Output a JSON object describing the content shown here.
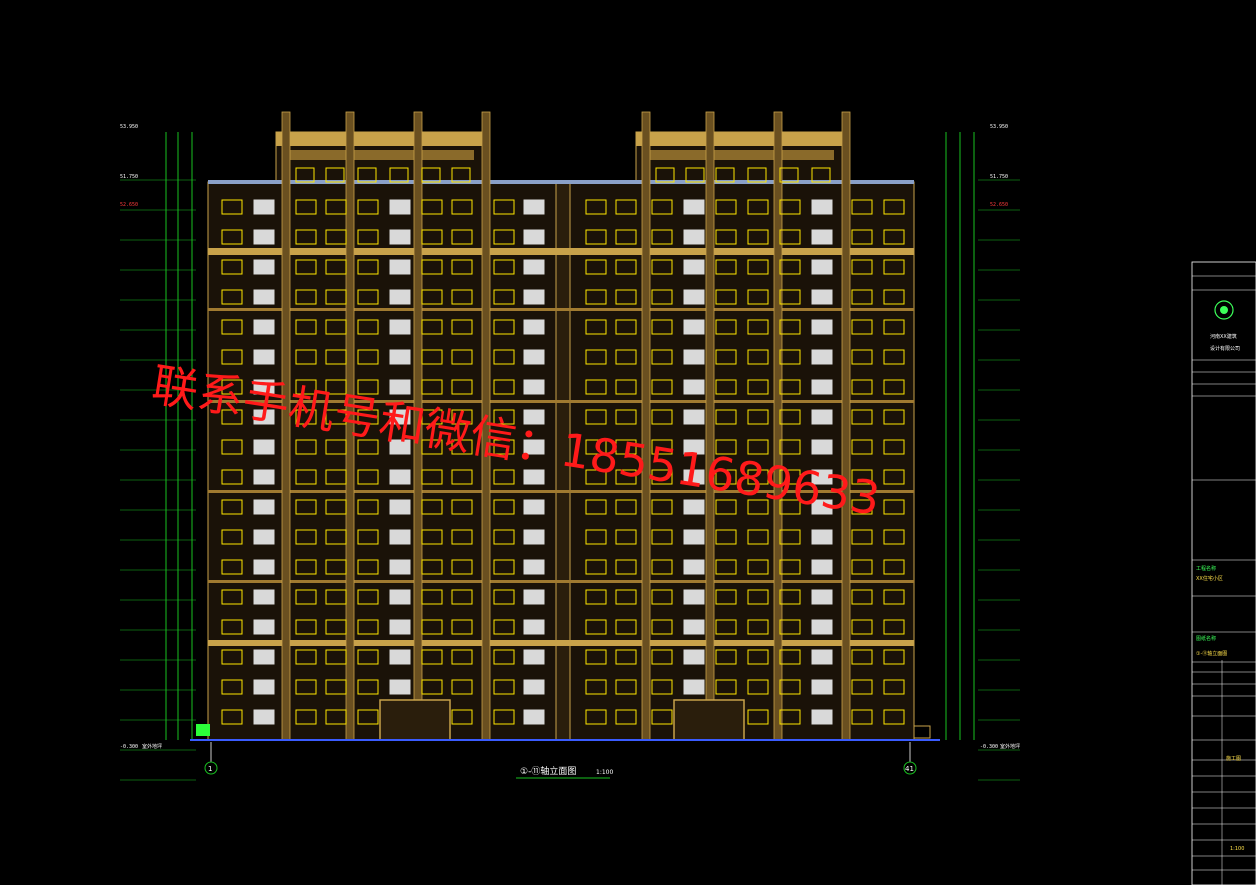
{
  "drawing": {
    "caption": "①-⑪轴立面图",
    "caption_scale": "1:100",
    "axis_left": "1",
    "axis_right": "41",
    "watermark": "联系手机号和微信：18551689633"
  },
  "level_marks": {
    "top": "53.950",
    "roof": "51.750",
    "roof_red": "52.650",
    "ground": "-0.300",
    "ground_note": "室外地坪"
  },
  "title_block": {
    "company_line1": "河南XX建筑",
    "company_line2": "设计有限公司",
    "sheet_label": "图纸名称",
    "sheet_value": "①-⑪轴立面图",
    "project_label": "工程名称",
    "project_value": "XX住宅小区",
    "stage": "施工图",
    "scale": "1:100"
  },
  "colors": {
    "facade_yellow": "#c8a24a",
    "window_yellow": "#ffe600",
    "balcony_white": "#d9d9d9",
    "grid_green": "#18c020",
    "watermark_red": "#ff1a1a"
  }
}
